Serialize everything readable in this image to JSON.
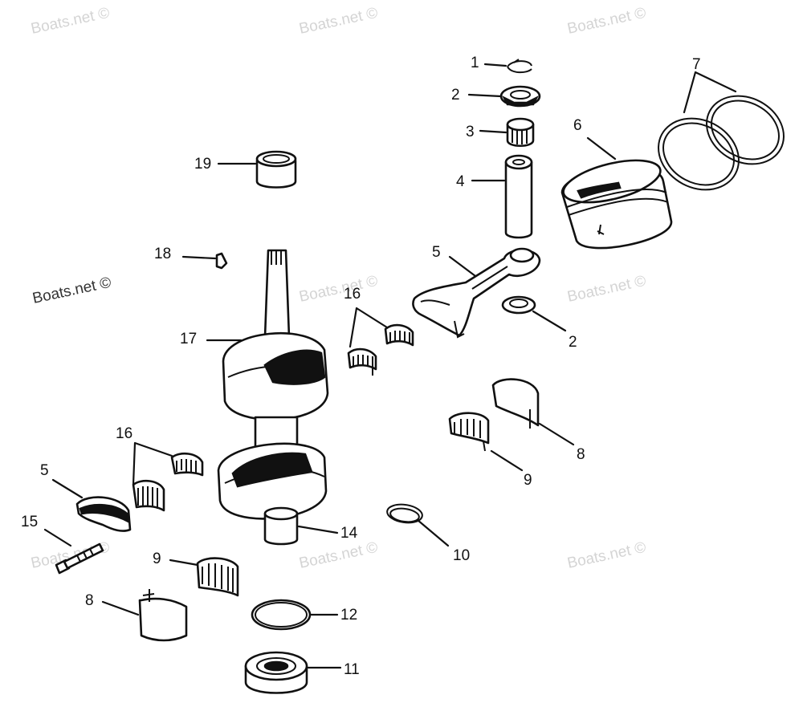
{
  "watermark": {
    "text": "Boats.net ©"
  },
  "callouts": [
    {
      "id": "c1",
      "number": "1"
    },
    {
      "id": "c2a",
      "number": "2"
    },
    {
      "id": "c3",
      "number": "3"
    },
    {
      "id": "c4",
      "number": "4"
    },
    {
      "id": "c5a",
      "number": "5"
    },
    {
      "id": "c6",
      "number": "6"
    },
    {
      "id": "c7",
      "number": "7"
    },
    {
      "id": "c2b",
      "number": "2"
    },
    {
      "id": "c19",
      "number": "19"
    },
    {
      "id": "c18",
      "number": "18"
    },
    {
      "id": "c17",
      "number": "17"
    },
    {
      "id": "c16a",
      "number": "16"
    },
    {
      "id": "c8a",
      "number": "8"
    },
    {
      "id": "c9a",
      "number": "9"
    },
    {
      "id": "c16b",
      "number": "16"
    },
    {
      "id": "c5b",
      "number": "5"
    },
    {
      "id": "c15",
      "number": "15"
    },
    {
      "id": "c14",
      "number": "14"
    },
    {
      "id": "c10",
      "number": "10"
    },
    {
      "id": "c9b",
      "number": "9"
    },
    {
      "id": "c8b",
      "number": "8"
    },
    {
      "id": "c12",
      "number": "12"
    },
    {
      "id": "c11",
      "number": "11"
    }
  ]
}
